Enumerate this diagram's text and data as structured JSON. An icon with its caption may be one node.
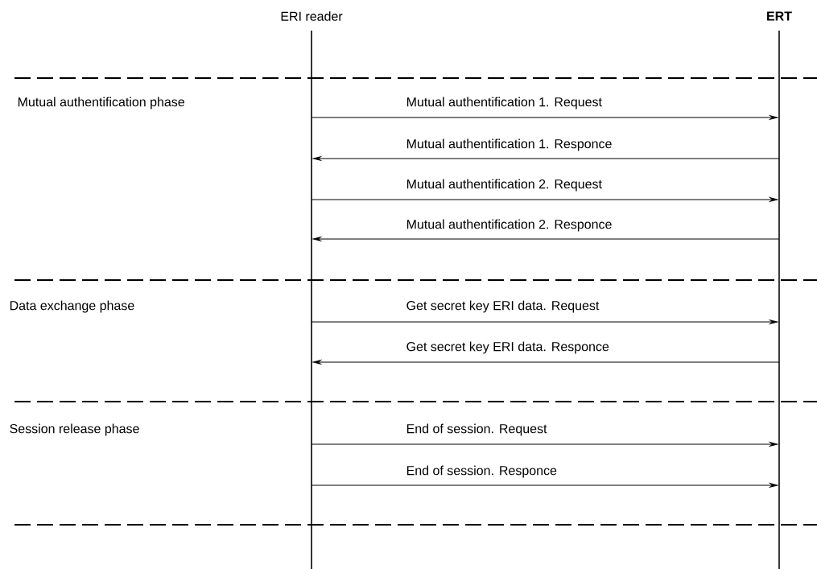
{
  "diagram": {
    "nodes": [
      {
        "text": [
          "ERI reader"
        ]
      },
      {
        "text": [
          "ERT"
        ]
      }
    ],
    "edges": [
      {
        "from": 0,
        "to": 1,
        "arrow": "to",
        "label": "Mutual authentification 1. Request"
      },
      {
        "from": 1,
        "to": 0,
        "arrow": "to",
        "label": "Mutual authentification 1. Responce"
      },
      {
        "from": 0,
        "to": 1,
        "arrow": "to",
        "label": "Mutual authentification 2. Request"
      },
      {
        "from": 1,
        "to": 0,
        "arrow": "to",
        "label": "Mutual authentification 2. Responce"
      },
      {
        "from": 0,
        "to": 1,
        "arrow": "to",
        "label": "Get secret key ERI data. Request"
      },
      {
        "from": 1,
        "to": 0,
        "arrow": "to",
        "label": "Get secret key ERI data. Responce"
      },
      {
        "from": 0,
        "to": 1,
        "arrow": "to",
        "label": "End of session. Request"
      },
      {
        "from": 0,
        "to": 1,
        "arrow": "to",
        "label": "End of session. Responce"
      }
    ],
    "labels": [
      "Mutual authentification phase",
      "Data exchange phase",
      "Session release phase"
    ]
  }
}
